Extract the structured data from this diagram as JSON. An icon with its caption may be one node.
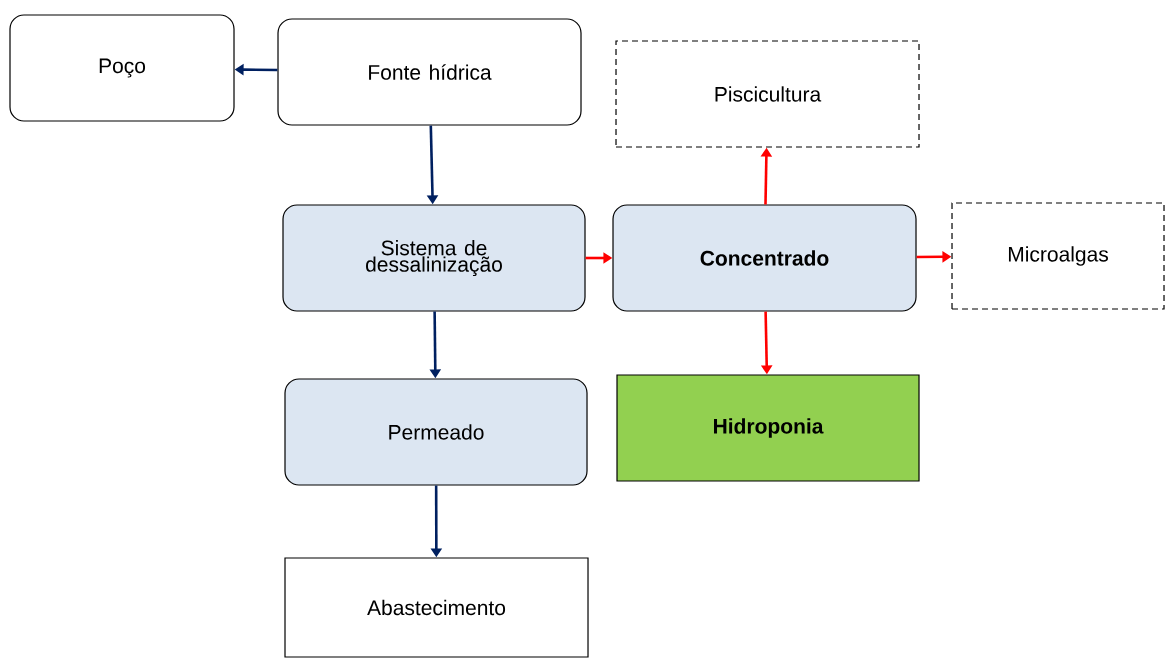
{
  "diagram": {
    "nodes": [
      {
        "text": [
          "Poço"
        ]
      },
      {
        "text": [
          "Fonte hídrica"
        ]
      },
      {
        "text": [
          "Sistema de dessalinização"
        ]
      },
      {
        "text": [
          "Permeado"
        ]
      },
      {
        "text": [
          "Abastecimento"
        ]
      },
      {
        "text": [
          "Piscicultura"
        ]
      },
      {
        "text": [
          "Concentrado"
        ]
      },
      {
        "text": [
          "Microalgas"
        ]
      },
      {
        "text": [
          "Hidroponia"
        ]
      }
    ],
    "edges": [
      {
        "from": 1,
        "to": 0,
        "arrow": "to",
        "color": "#002060"
      },
      {
        "from": 1,
        "to": 2,
        "arrow": "to",
        "color": "#002060"
      },
      {
        "from": 2,
        "to": 3,
        "arrow": "to",
        "color": "#002060"
      },
      {
        "from": 3,
        "to": 4,
        "arrow": "to",
        "color": "#002060"
      },
      {
        "from": 2,
        "to": 6,
        "arrow": "to",
        "color": "#ff0000"
      },
      {
        "from": 6,
        "to": 5,
        "arrow": "to",
        "color": "#ff0000"
      },
      {
        "from": 6,
        "to": 7,
        "arrow": "to",
        "color": "#ff0000"
      },
      {
        "from": 6,
        "to": 8,
        "arrow": "to",
        "color": "#ff0000"
      }
    ]
  }
}
